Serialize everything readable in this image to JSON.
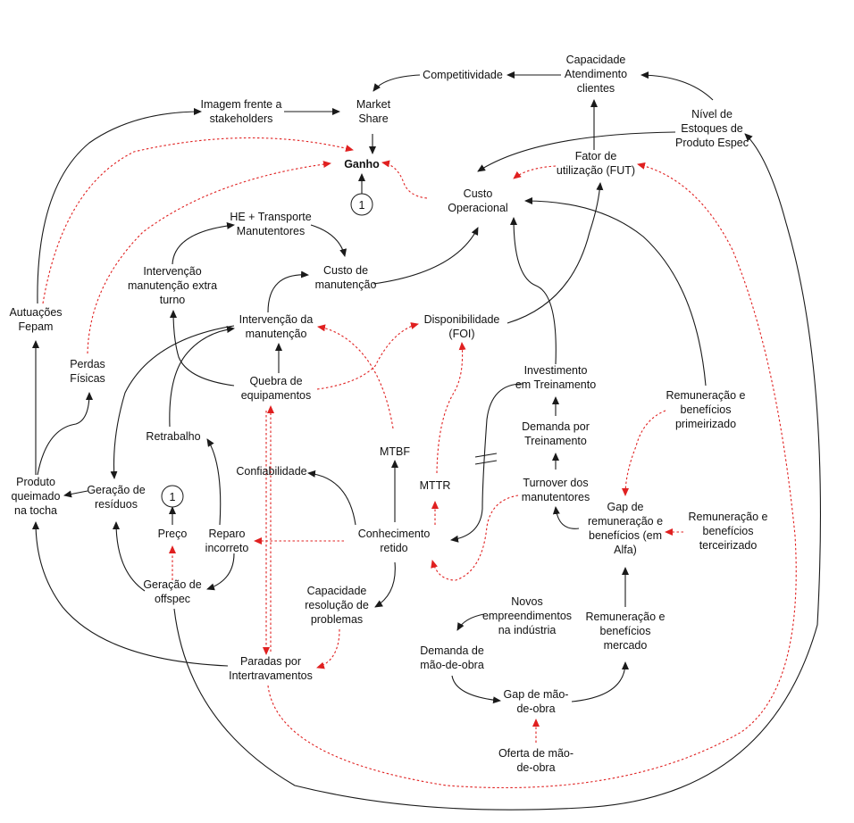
{
  "colors": {
    "positive_link": "#1a1a1a",
    "negative_link": "#e02020",
    "text": "#111111"
  },
  "nodes": {
    "competitividade": [
      "Competitividade"
    ],
    "capacidade_atendimento": [
      "Capacidade",
      "Atendimento",
      "clientes"
    ],
    "imagem": [
      "Imagem frente a",
      "stakeholders"
    ],
    "market_share": [
      "Market",
      "Share"
    ],
    "nivel_estoques": [
      "Nível de",
      "Estoques de",
      "Produto Espec"
    ],
    "ganho": [
      "Ganho"
    ],
    "fator_utilizacao": [
      "Fator de",
      "utilização (FUT)"
    ],
    "custo_operacional": [
      "Custo",
      "Operacional"
    ],
    "loop_top": [
      "1"
    ],
    "he_transporte": [
      "HE + Transporte",
      "Manutentores"
    ],
    "intervencao_extra": [
      "Intervenção",
      "manutenção extra",
      "turno"
    ],
    "custo_manutencao": [
      "Custo de",
      "manutenção"
    ],
    "autuacoes": [
      "Autuações",
      "Fepam"
    ],
    "intervencao_manutencao": [
      "Intervenção da",
      "manutenção"
    ],
    "disponibilidade": [
      "Disponibilidade",
      "(FOI)"
    ],
    "perdas_fisicas": [
      "Perdas",
      "Físicas"
    ],
    "investimento_treinamento": [
      "Investimento",
      "em Treinamento"
    ],
    "quebra_equipamentos": [
      "Quebra de",
      "equipamentos"
    ],
    "remuneracao_primeirizado": [
      "Remuneração e",
      "benefícios",
      "primeirizado"
    ],
    "demanda_treinamento": [
      "Demanda  por",
      "Treinamento"
    ],
    "retrabalho": [
      "Retrabalho"
    ],
    "mtbf": [
      "MTBF"
    ],
    "confiabilidade": [
      "Confiabilidade"
    ],
    "produto_queimado": [
      "Produto",
      "queimado",
      "na tocha"
    ],
    "geracao_residuos": [
      "Geração de",
      "resíduos"
    ],
    "loop_mid": [
      "1"
    ],
    "mttr": [
      "MTTR"
    ],
    "turnover": [
      "Turnover dos",
      "manutentores"
    ],
    "gap_remuneracao": [
      "Gap de",
      "remuneração e",
      "benefícios (em",
      "Alfa)"
    ],
    "remuneracao_terceirizado": [
      "Remuneração e",
      "benefícios",
      "terceirizado"
    ],
    "preco": [
      "Preço"
    ],
    "reparo_incorreto": [
      "Reparo",
      "incorreto"
    ],
    "conhecimento_retido": [
      "Conhecimento",
      "retido"
    ],
    "geracao_offspec": [
      "Geração de",
      "offspec"
    ],
    "capacidade_resolucao": [
      "Capacidade",
      "resolução de",
      "problemas"
    ],
    "novos_empreendimentos": [
      "Novos",
      "empreendimentos",
      "na indústria"
    ],
    "remuneracao_mercado": [
      "Remuneração e",
      "benefícios",
      "mercado"
    ],
    "demanda_mao_obra": [
      "Demanda de",
      "mão-de-obra"
    ],
    "paradas": [
      "Paradas por",
      "Intertravamentos"
    ],
    "gap_mao_obra": [
      "Gap de mão-",
      "de-obra"
    ],
    "oferta_mao_obra": [
      "Oferta de mão-",
      "de-obra"
    ]
  }
}
